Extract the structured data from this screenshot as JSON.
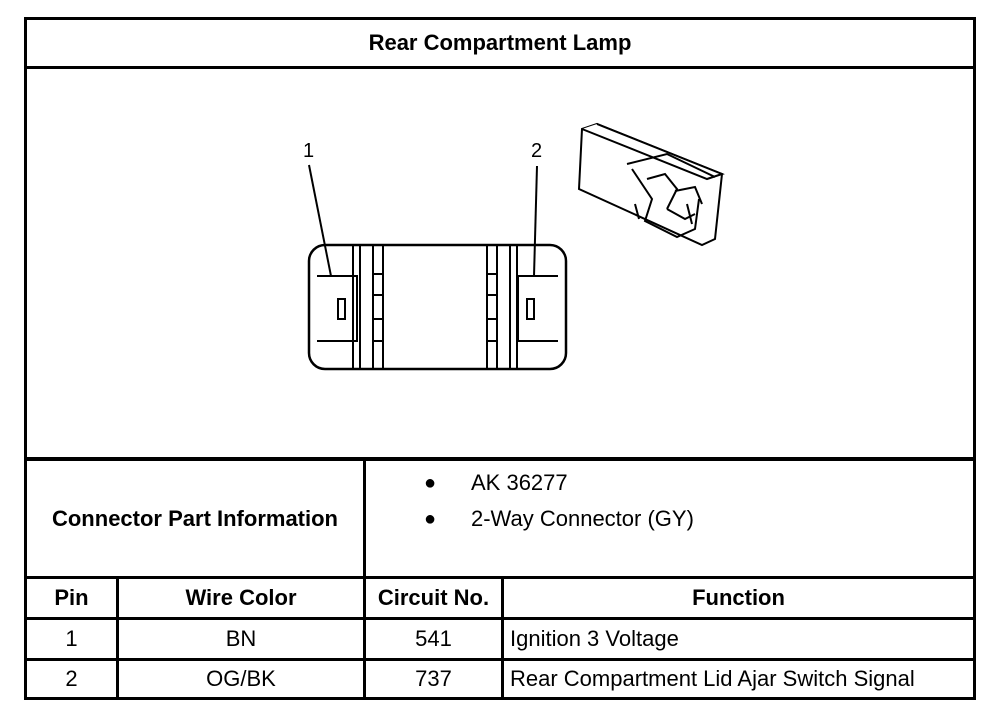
{
  "title": "Rear Compartment Lamp",
  "diagram": {
    "pin_labels": [
      "1",
      "2"
    ]
  },
  "connector_info": {
    "label": "Connector Part Information",
    "items": [
      "AK 36277",
      "2-Way Connector (GY)"
    ]
  },
  "table": {
    "headers": [
      "Pin",
      "Wire Color",
      "Circuit No.",
      "Function"
    ],
    "rows": [
      [
        "1",
        "BN",
        "541",
        "Ignition 3 Voltage"
      ],
      [
        "2",
        "OG/BK",
        "737",
        "Rear Compartment Lid Ajar Switch Signal"
      ]
    ]
  }
}
